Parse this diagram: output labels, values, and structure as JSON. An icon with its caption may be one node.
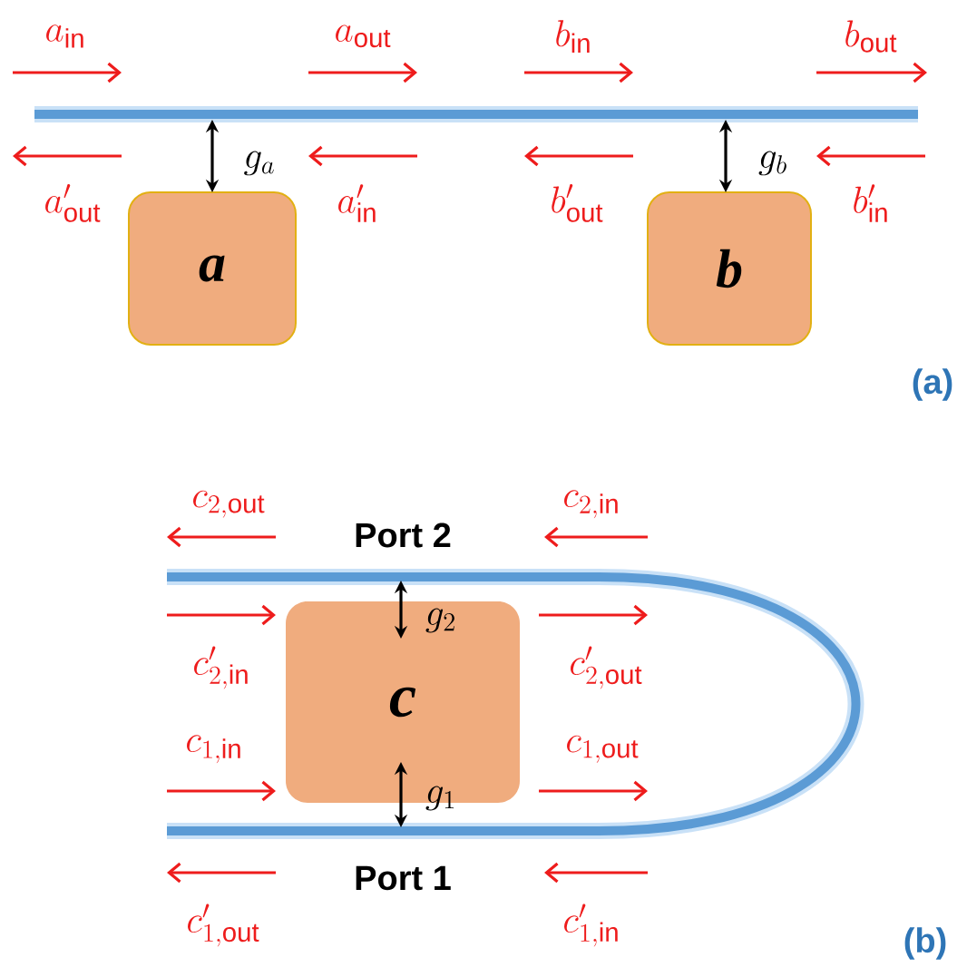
{
  "diagram": {
    "nodes": [
      {
        "text": [
          "a"
        ]
      },
      {
        "text": [
          "b"
        ]
      },
      {
        "text": [
          "c"
        ]
      }
    ],
    "labels": [
      "a_{\\mathrm{in}}",
      "a_{\\mathrm{out}}",
      "b_{\\mathrm{in}}",
      "b_{\\mathrm{out}}",
      "a'_{\\mathrm{out}}",
      "g_a",
      "a'_{\\mathrm{in}}",
      "b'_{\\mathrm{out}}",
      "g_b",
      "b'_{\\mathrm{in}}",
      "(a)",
      "c_{2,\\mathrm{out}}",
      "c_{2,\\mathrm{in}}",
      "Port 2",
      "g_2",
      "c'_{2,\\mathrm{in}}",
      "c'_{2,\\mathrm{out}}",
      "c_{1,\\mathrm{in}}",
      "c_{1,\\mathrm{out}}",
      "g_1",
      "Port 1",
      "c'_{1,\\mathrm{out}}",
      "c'_{1,\\mathrm{in}}",
      "(b)"
    ]
  }
}
